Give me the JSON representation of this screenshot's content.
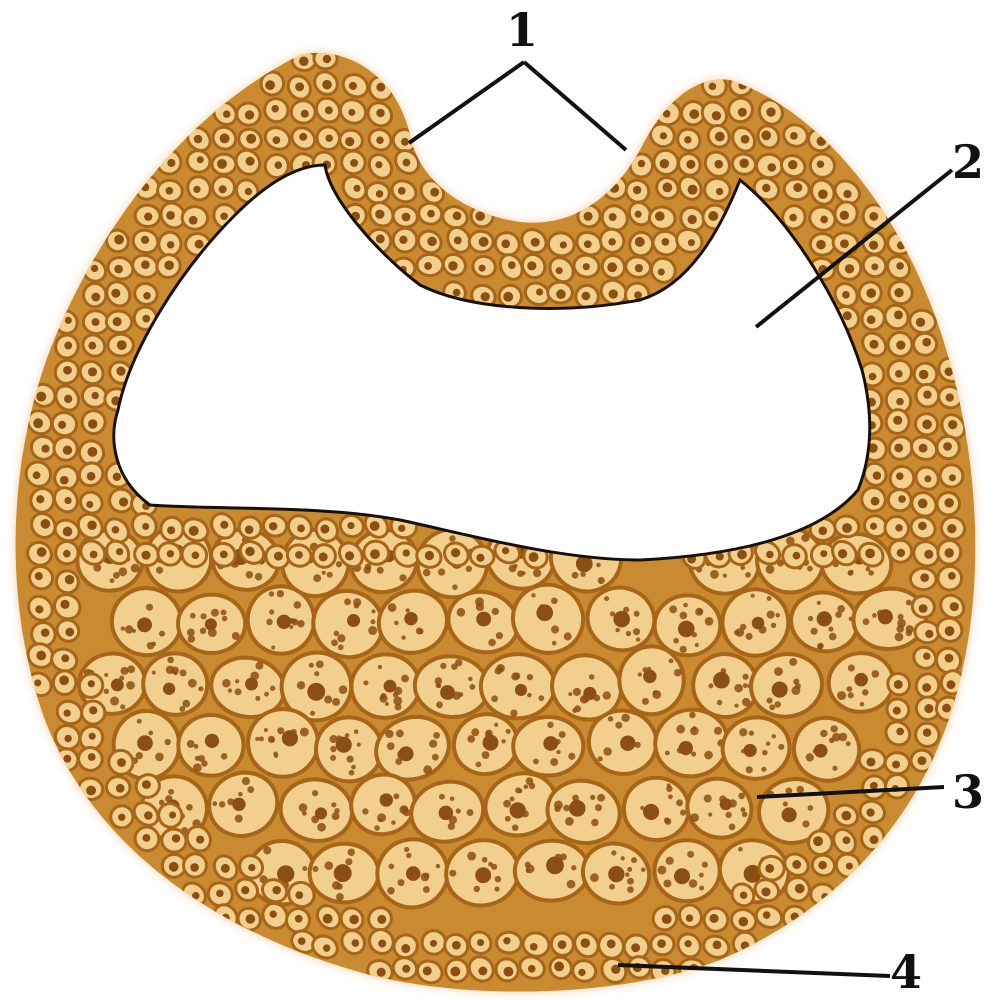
{
  "labels": {
    "l1": "1",
    "l2": "2",
    "l3": "3",
    "l4": "4"
  },
  "colors": {
    "tissue": "#c98a32",
    "cell_outline": "#a66518",
    "cell_fill": "#f2cf8c",
    "nucleus": "#8c4f12",
    "cavity": "#ffffff",
    "halo": "#e8a85a"
  },
  "icons": {
    "embryo": "blastula-section-icon"
  }
}
